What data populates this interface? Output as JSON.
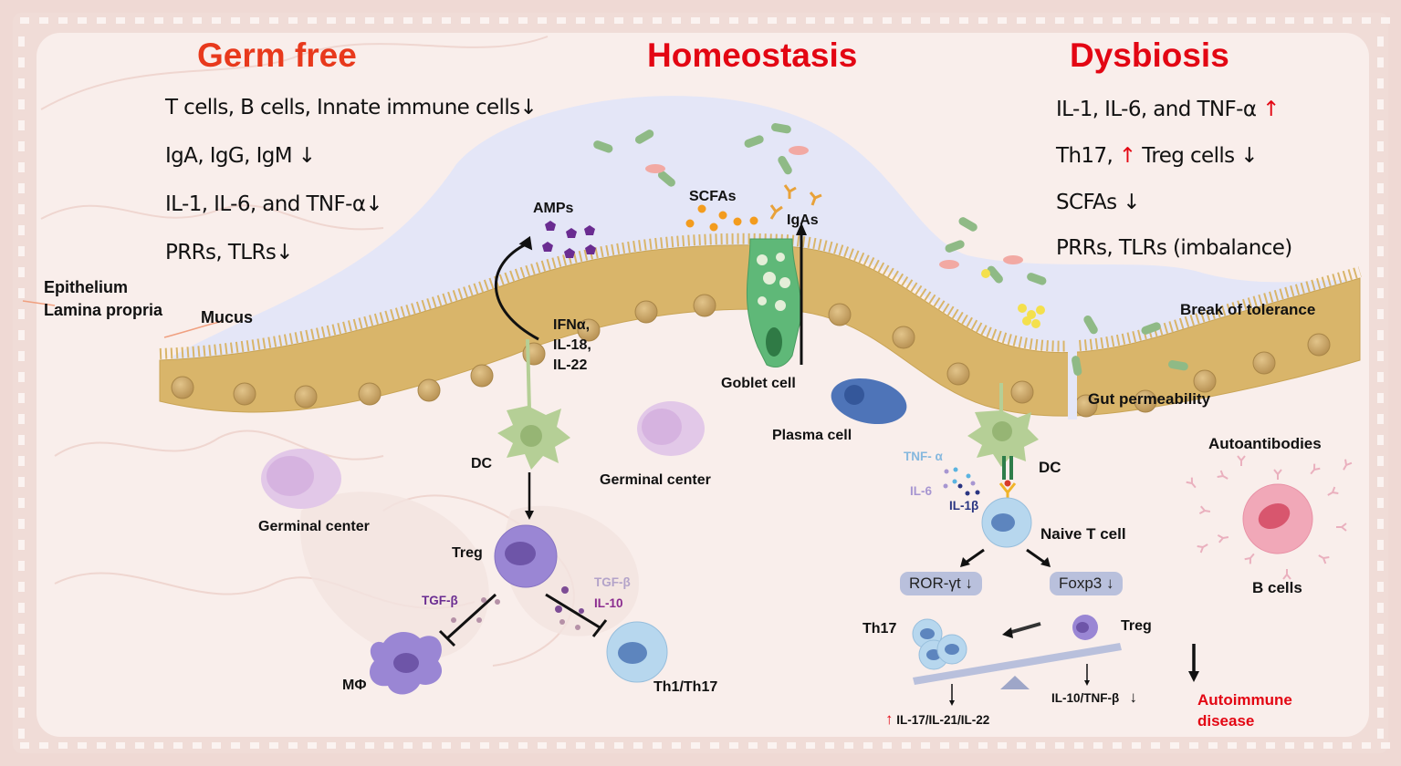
{
  "figure": {
    "panels": {
      "germ_free": {
        "title": "Germ free",
        "items": [
          {
            "text": "T cells, B cells, Innate immune cells",
            "trend": "↓",
            "trend_color": "down"
          },
          {
            "text": "IgA, IgG, IgM ",
            "trend": "↓",
            "trend_color": "down"
          },
          {
            "text": "IL-1, IL-6, and TNF-α",
            "trend": "↓",
            "trend_color": "down"
          },
          {
            "text": "PRRs, TLRs",
            "trend": "↓",
            "trend_color": "down"
          }
        ]
      },
      "homeostasis": {
        "title": "Homeostasis"
      },
      "dysbiosis": {
        "title": "Dysbiosis",
        "items": [
          {
            "text": "IL-1, IL-6, and TNF-α ",
            "trend": "↑",
            "trend_color": "up"
          },
          {
            "text_a": "Th17, ",
            "trend_a": "↑",
            "text_b": " Treg cells ",
            "trend_b": "↓"
          },
          {
            "text": "SCFAs ",
            "trend": "↓",
            "trend_color": "down"
          },
          {
            "text": "PRRs, TLRs  (imbalance)"
          }
        ]
      }
    },
    "labels": {
      "epithelium": "Epithelium",
      "lamina_propria": "Lamina propria",
      "mucus": "Mucus",
      "amps": "AMPs",
      "ifn": "IFNα,",
      "il18": "IL-18,",
      "il22": "IL-22",
      "scfas": "SCFAs",
      "igas": "IgAs",
      "goblet_cell": "Goblet cell",
      "plasma_cell": "Plasma cell",
      "germinal_center_left": "Germinal center",
      "germinal_center_mid": "Germinal center",
      "dc_left": "DC",
      "treg_left": "Treg",
      "tgfb_left": "TGF-β",
      "tgfb_right": "TGF-β",
      "il10": "IL-10",
      "macrophage": "MΦ",
      "th1_th17": "Th1/Th17",
      "break_of_tolerance": "Break of tolerance",
      "gut_permeability": "Gut permeability",
      "autoantibodies": "Autoantibodies",
      "b_cells": "B cells",
      "tnfa": "TNF- α",
      "il6": "IL-6",
      "il1b": "IL-1β",
      "dc_right": "DC",
      "naive_t_cell": "Naive T cell",
      "ror_gt": "ROR-γt",
      "foxp3": "Foxp3",
      "down_arrow": "↓",
      "up_arrow": "↑",
      "th17": "Th17",
      "treg_right": "Treg",
      "il17_group": "IL-17/IL-21/IL-22",
      "il10_tnfb": "IL-10/TNF-β",
      "autoimmune_line1": "Autoimmune",
      "autoimmune_line2": "disease"
    },
    "colors": {
      "title_red": "#e30613",
      "epithelium": "#d9b56a",
      "mucus": "#e4e6f7",
      "background": "#f8ece9",
      "border": "#e8cbc5"
    }
  }
}
